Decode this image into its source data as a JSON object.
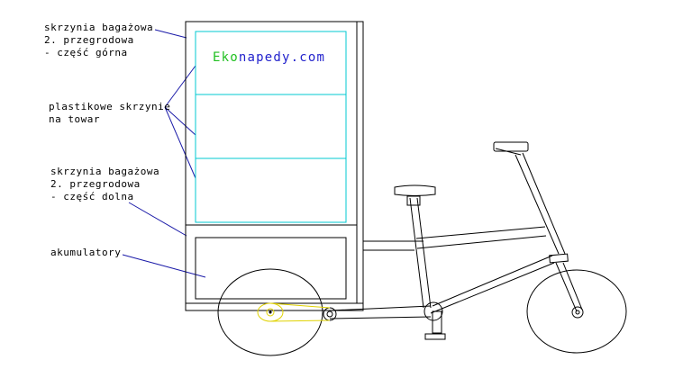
{
  "labels": {
    "upper_box": [
      "skrzynia bagażowa",
      "2. przegrodowa",
      "- część górna"
    ],
    "plastic_boxes": [
      "plastikowe skrzynie",
      "na towar"
    ],
    "lower_box": [
      "skrzynia bagażowa",
      "2. przegrodowa",
      "- część dolna"
    ],
    "batteries": [
      "akumulatory"
    ]
  },
  "brand": {
    "part1": "Eko",
    "part2": "napedy.com"
  },
  "colors": {
    "outline": "#000000",
    "leader": "#1a1aa8",
    "compartment": "#00c8d2",
    "brand_green": "#22c022",
    "brand_blue": "#2222cc",
    "drive": "#e0d200"
  }
}
